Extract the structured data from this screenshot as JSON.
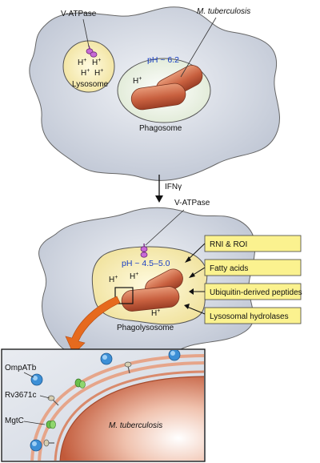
{
  "top_panel": {
    "vatpase_label": "V-ATPase",
    "mtb_label": "M. tuberculosis",
    "lysosome_label": "Lysosome",
    "phagosome_label": "Phagosome",
    "ph_label": "pH ~ 6.2",
    "h_plus": "H",
    "h_sup": "+"
  },
  "arrow": {
    "label": "IFNγ"
  },
  "bottom_panel": {
    "vatpase_label": "V-ATPase",
    "ph_label": "pH ~ 4.5–5.0",
    "phagolysosome_label": "Phagolysosome",
    "h_plus": "H",
    "h_sup": "+",
    "factors": [
      "RNI & ROI",
      "Fatty acids",
      "Ubiquitin-derived peptides",
      "Lysosomal hydrolases"
    ]
  },
  "inset": {
    "protein_labels": [
      "OmpATb",
      "Rv3671c",
      "MgtC"
    ],
    "mtb_label": "M. tuberculosis"
  },
  "colors": {
    "cell_fill": "#d7dce6",
    "vacuole_fill": "#eef3e6",
    "lysosome_fill": "#f5eebc",
    "bacterium": "#c8603f",
    "factor_box": "#fbf28f",
    "arrow_orange": "#e66a1e",
    "ph_text": "#1a3fc4"
  }
}
